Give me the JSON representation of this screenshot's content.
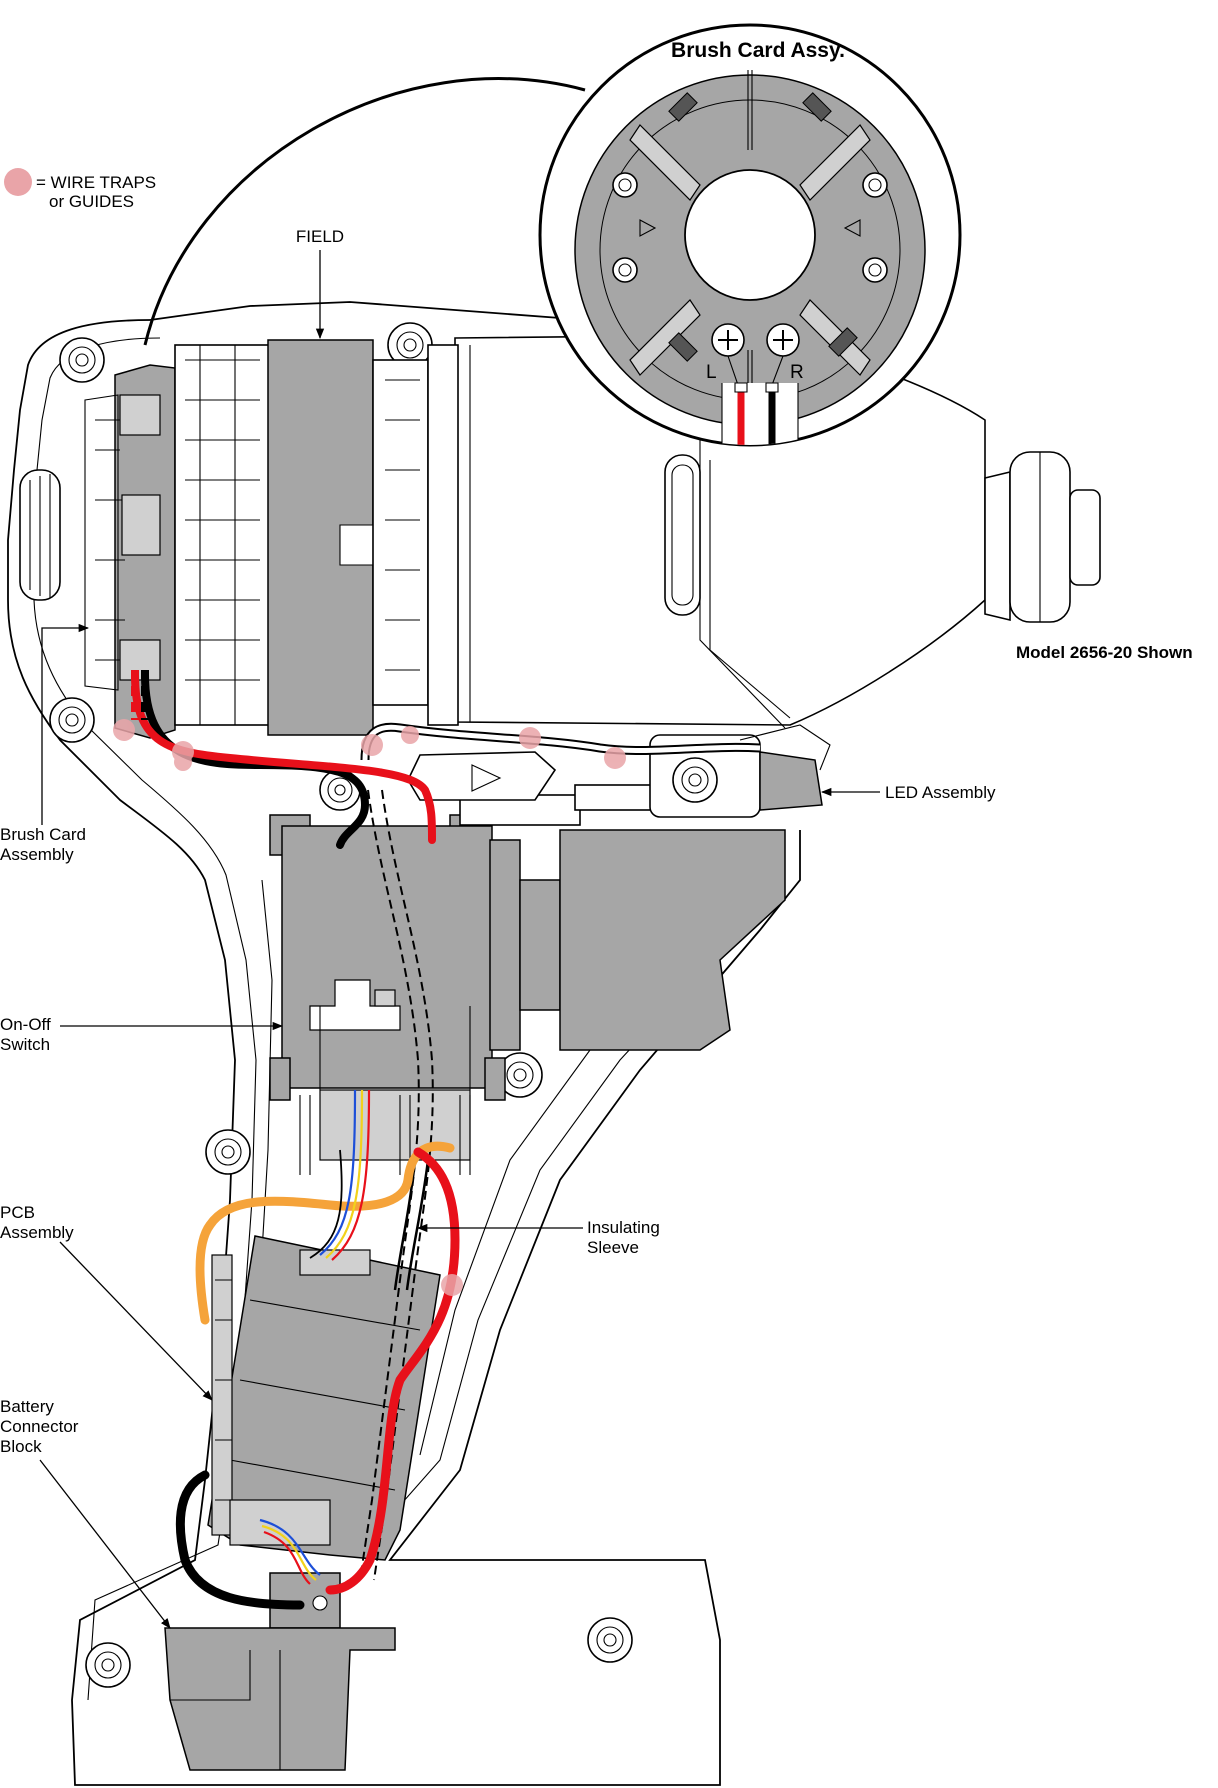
{
  "title": "Brush Card Assy.",
  "model_note": "Model 2656-20 Shown",
  "legend": {
    "line1": "= WIRE TRAPS",
    "line2": "or GUIDES"
  },
  "inset_letters": {
    "left": "L",
    "right": "R"
  },
  "labels": {
    "field": "FIELD",
    "led_assembly": "LED Assembly",
    "brush_card_1": "Brush Card",
    "brush_card_2": "Assembly",
    "switch_1": "On-Off",
    "switch_2": "Switch",
    "pcb_1": "PCB",
    "pcb_2": "Assembly",
    "sleeve_1": "Insulating",
    "sleeve_2": "Sleeve",
    "battery_1": "Battery",
    "battery_2": "Connector",
    "battery_3": "Block"
  },
  "colors": {
    "wire_red": "#e8101a",
    "wire_black": "#000000",
    "wire_orange": "#f5a33a",
    "wire_blue": "#1d4fd8",
    "wire_yellow": "#f2d21b",
    "trap": "#e9a4a8",
    "part_grey": "#a6a6a6"
  }
}
